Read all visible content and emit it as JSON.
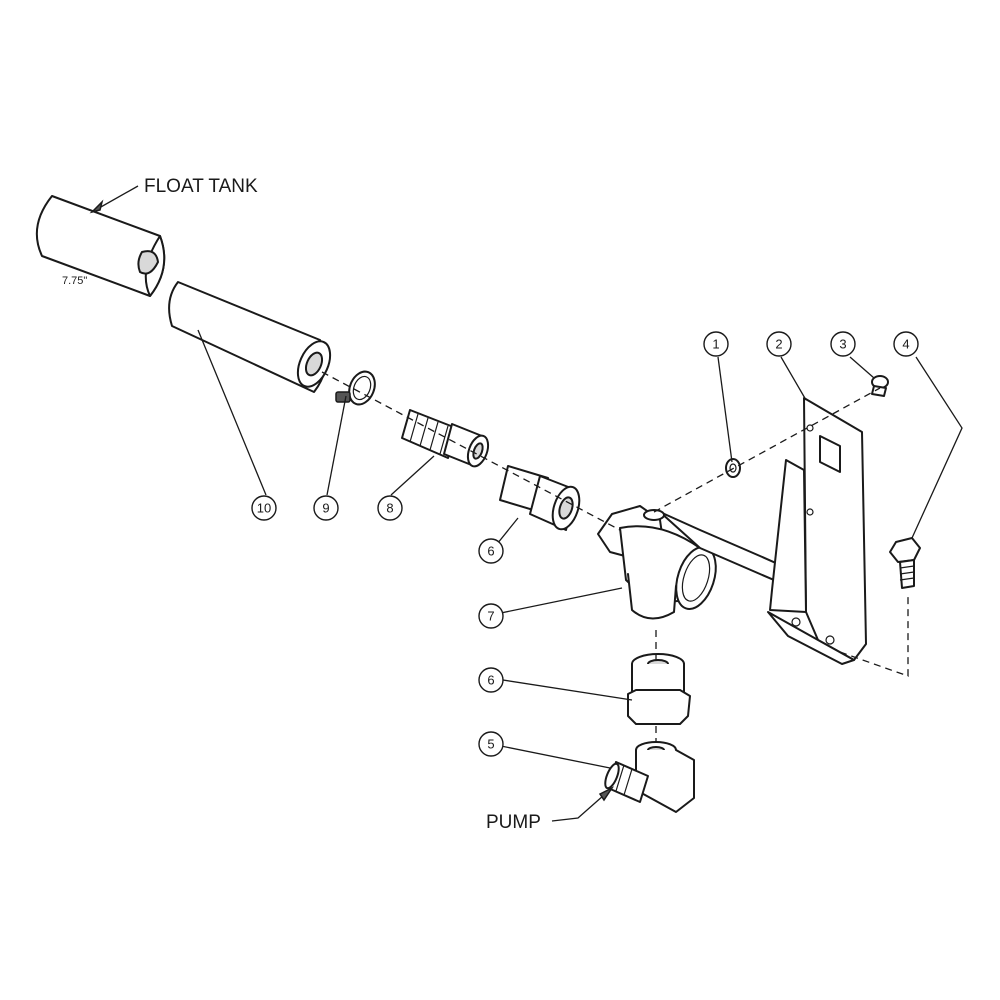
{
  "callouts": {
    "float_tank": "FLOAT TANK",
    "pump": "PUMP",
    "dimension": "7.75\""
  },
  "balloons": {
    "b1": "1",
    "b2": "2",
    "b3": "3",
    "b4": "4",
    "b5": "5",
    "b6a": "6",
    "b6b": "6",
    "b7": "7",
    "b8": "8",
    "b9": "9",
    "b10": "10"
  }
}
